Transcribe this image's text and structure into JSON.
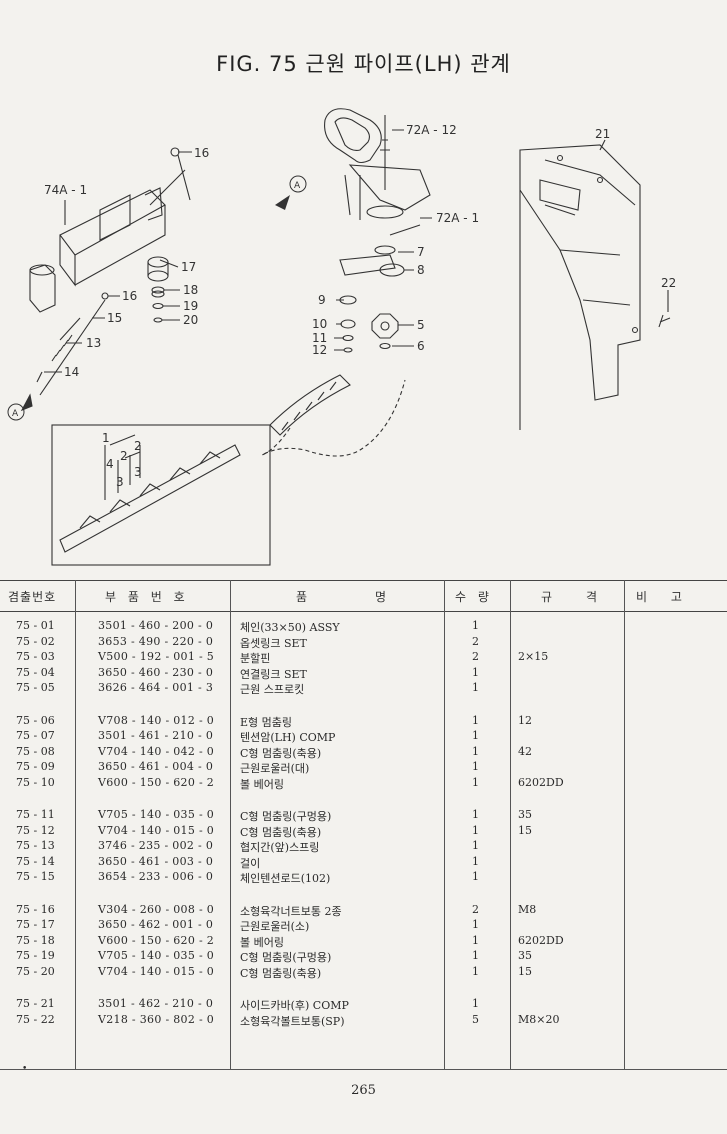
{
  "title": "FIG. 75 근원 파이프(LH) 관계",
  "labels": {
    "l16a": "16",
    "l74a1": "74A - 1",
    "lA1": "A",
    "l17": "17",
    "l18": "18",
    "l16b": "16",
    "l19": "19",
    "l15": "15",
    "l20": "20",
    "l13": "13",
    "l14": "14",
    "lA2": "A",
    "l72a12": "72A - 12",
    "lA3": "A",
    "l72a1": "72A - 1",
    "l7": "7",
    "l8": "8",
    "l9": "9",
    "l5": "5",
    "l10": "10",
    "l11": "11",
    "l6": "6",
    "l12": "12",
    "l21": "21",
    "l22": "22",
    "in1": "1",
    "in2a": "2",
    "in4": "4",
    "in2b": "2",
    "in3a": "3",
    "in3b": "3"
  },
  "headers": {
    "id": "겸출번호",
    "pn": "부 품 번 호",
    "name_a": "품",
    "name_b": "명",
    "qty": "수 량",
    "spec_a": "규",
    "spec_b": "격",
    "note": "비 고"
  },
  "rows": [
    {
      "id": "75 - 01",
      "pn": "3501 - 460 - 200 - 0",
      "name": "체인(33×50) ASSY",
      "qty": "1",
      "spec": ""
    },
    {
      "id": "75 - 02",
      "pn": "3653 - 490 - 220 - 0",
      "name": "옵셋링크 SET",
      "qty": "2",
      "spec": ""
    },
    {
      "id": "75 - 03",
      "pn": "V500 - 192 - 001 - 5",
      "name": "분할핀",
      "qty": "2",
      "spec": "2×15"
    },
    {
      "id": "75 - 04",
      "pn": "3650 - 460 - 230 - 0",
      "name": "연결링크 SET",
      "qty": "1",
      "spec": ""
    },
    {
      "id": "75 - 05",
      "pn": "3626 - 464 - 001 - 3",
      "name": "근원 스프로킷",
      "qty": "1",
      "spec": ""
    },
    {
      "id": "75 - 06",
      "pn": "V708 - 140 - 012 - 0",
      "name": "E형 멈춤링",
      "qty": "1",
      "spec": "12"
    },
    {
      "id": "75 - 07",
      "pn": "3501 - 461 - 210 - 0",
      "name": "텐션암(LH) COMP",
      "qty": "1",
      "spec": ""
    },
    {
      "id": "75 - 08",
      "pn": "V704 - 140 - 042 - 0",
      "name": "C형 멈춤링(축용)",
      "qty": "1",
      "spec": "42"
    },
    {
      "id": "75 - 09",
      "pn": "3650 - 461 - 004 - 0",
      "name": "근원로울러(대)",
      "qty": "1",
      "spec": ""
    },
    {
      "id": "75 - 10",
      "pn": "V600 - 150 - 620 - 2",
      "name": "볼 베어링",
      "qty": "1",
      "spec": "6202DD"
    },
    {
      "id": "75 - 11",
      "pn": "V705 - 140 - 035 - 0",
      "name": "C형 멈춤링(구멍용)",
      "qty": "1",
      "spec": "35"
    },
    {
      "id": "75 - 12",
      "pn": "V704 - 140 - 015 - 0",
      "name": "C형 멈춤링(축용)",
      "qty": "1",
      "spec": "15"
    },
    {
      "id": "75 - 13",
      "pn": "3746 - 235 - 002 - 0",
      "name": "협지간(앞)스프링",
      "qty": "1",
      "spec": ""
    },
    {
      "id": "75 - 14",
      "pn": "3650 - 461 - 003 - 0",
      "name": "걸이",
      "qty": "1",
      "spec": ""
    },
    {
      "id": "75 - 15",
      "pn": "3654 - 233 - 006 - 0",
      "name": "체인텐션로드(102)",
      "qty": "1",
      "spec": ""
    },
    {
      "id": "75 - 16",
      "pn": "V304 - 260 - 008 - 0",
      "name": "소형육각너트보통 2종",
      "qty": "2",
      "spec": "M8"
    },
    {
      "id": "75 - 17",
      "pn": "3650 - 462 - 001 - 0",
      "name": "근원로울러(소)",
      "qty": "1",
      "spec": ""
    },
    {
      "id": "75 - 18",
      "pn": "V600 - 150 - 620 - 2",
      "name": "볼 베어링",
      "qty": "1",
      "spec": "6202DD"
    },
    {
      "id": "75 - 19",
      "pn": "V705 - 140 - 035 - 0",
      "name": "C형 멈춤링(구멍용)",
      "qty": "1",
      "spec": "35"
    },
    {
      "id": "75 - 20",
      "pn": "V704 - 140 - 015 - 0",
      "name": "C형 멈춤링(축용)",
      "qty": "1",
      "spec": "15"
    },
    {
      "id": "75 - 21",
      "pn": "3501 - 462 - 210 - 0",
      "name": "사이드카바(후) COMP",
      "qty": "1",
      "spec": ""
    },
    {
      "id": "75 - 22",
      "pn": "V218 - 360 - 802 - 0",
      "name": "소형육각볼트보통(SP)",
      "qty": "5",
      "spec": "M8×20"
    }
  ],
  "page_number": "265"
}
